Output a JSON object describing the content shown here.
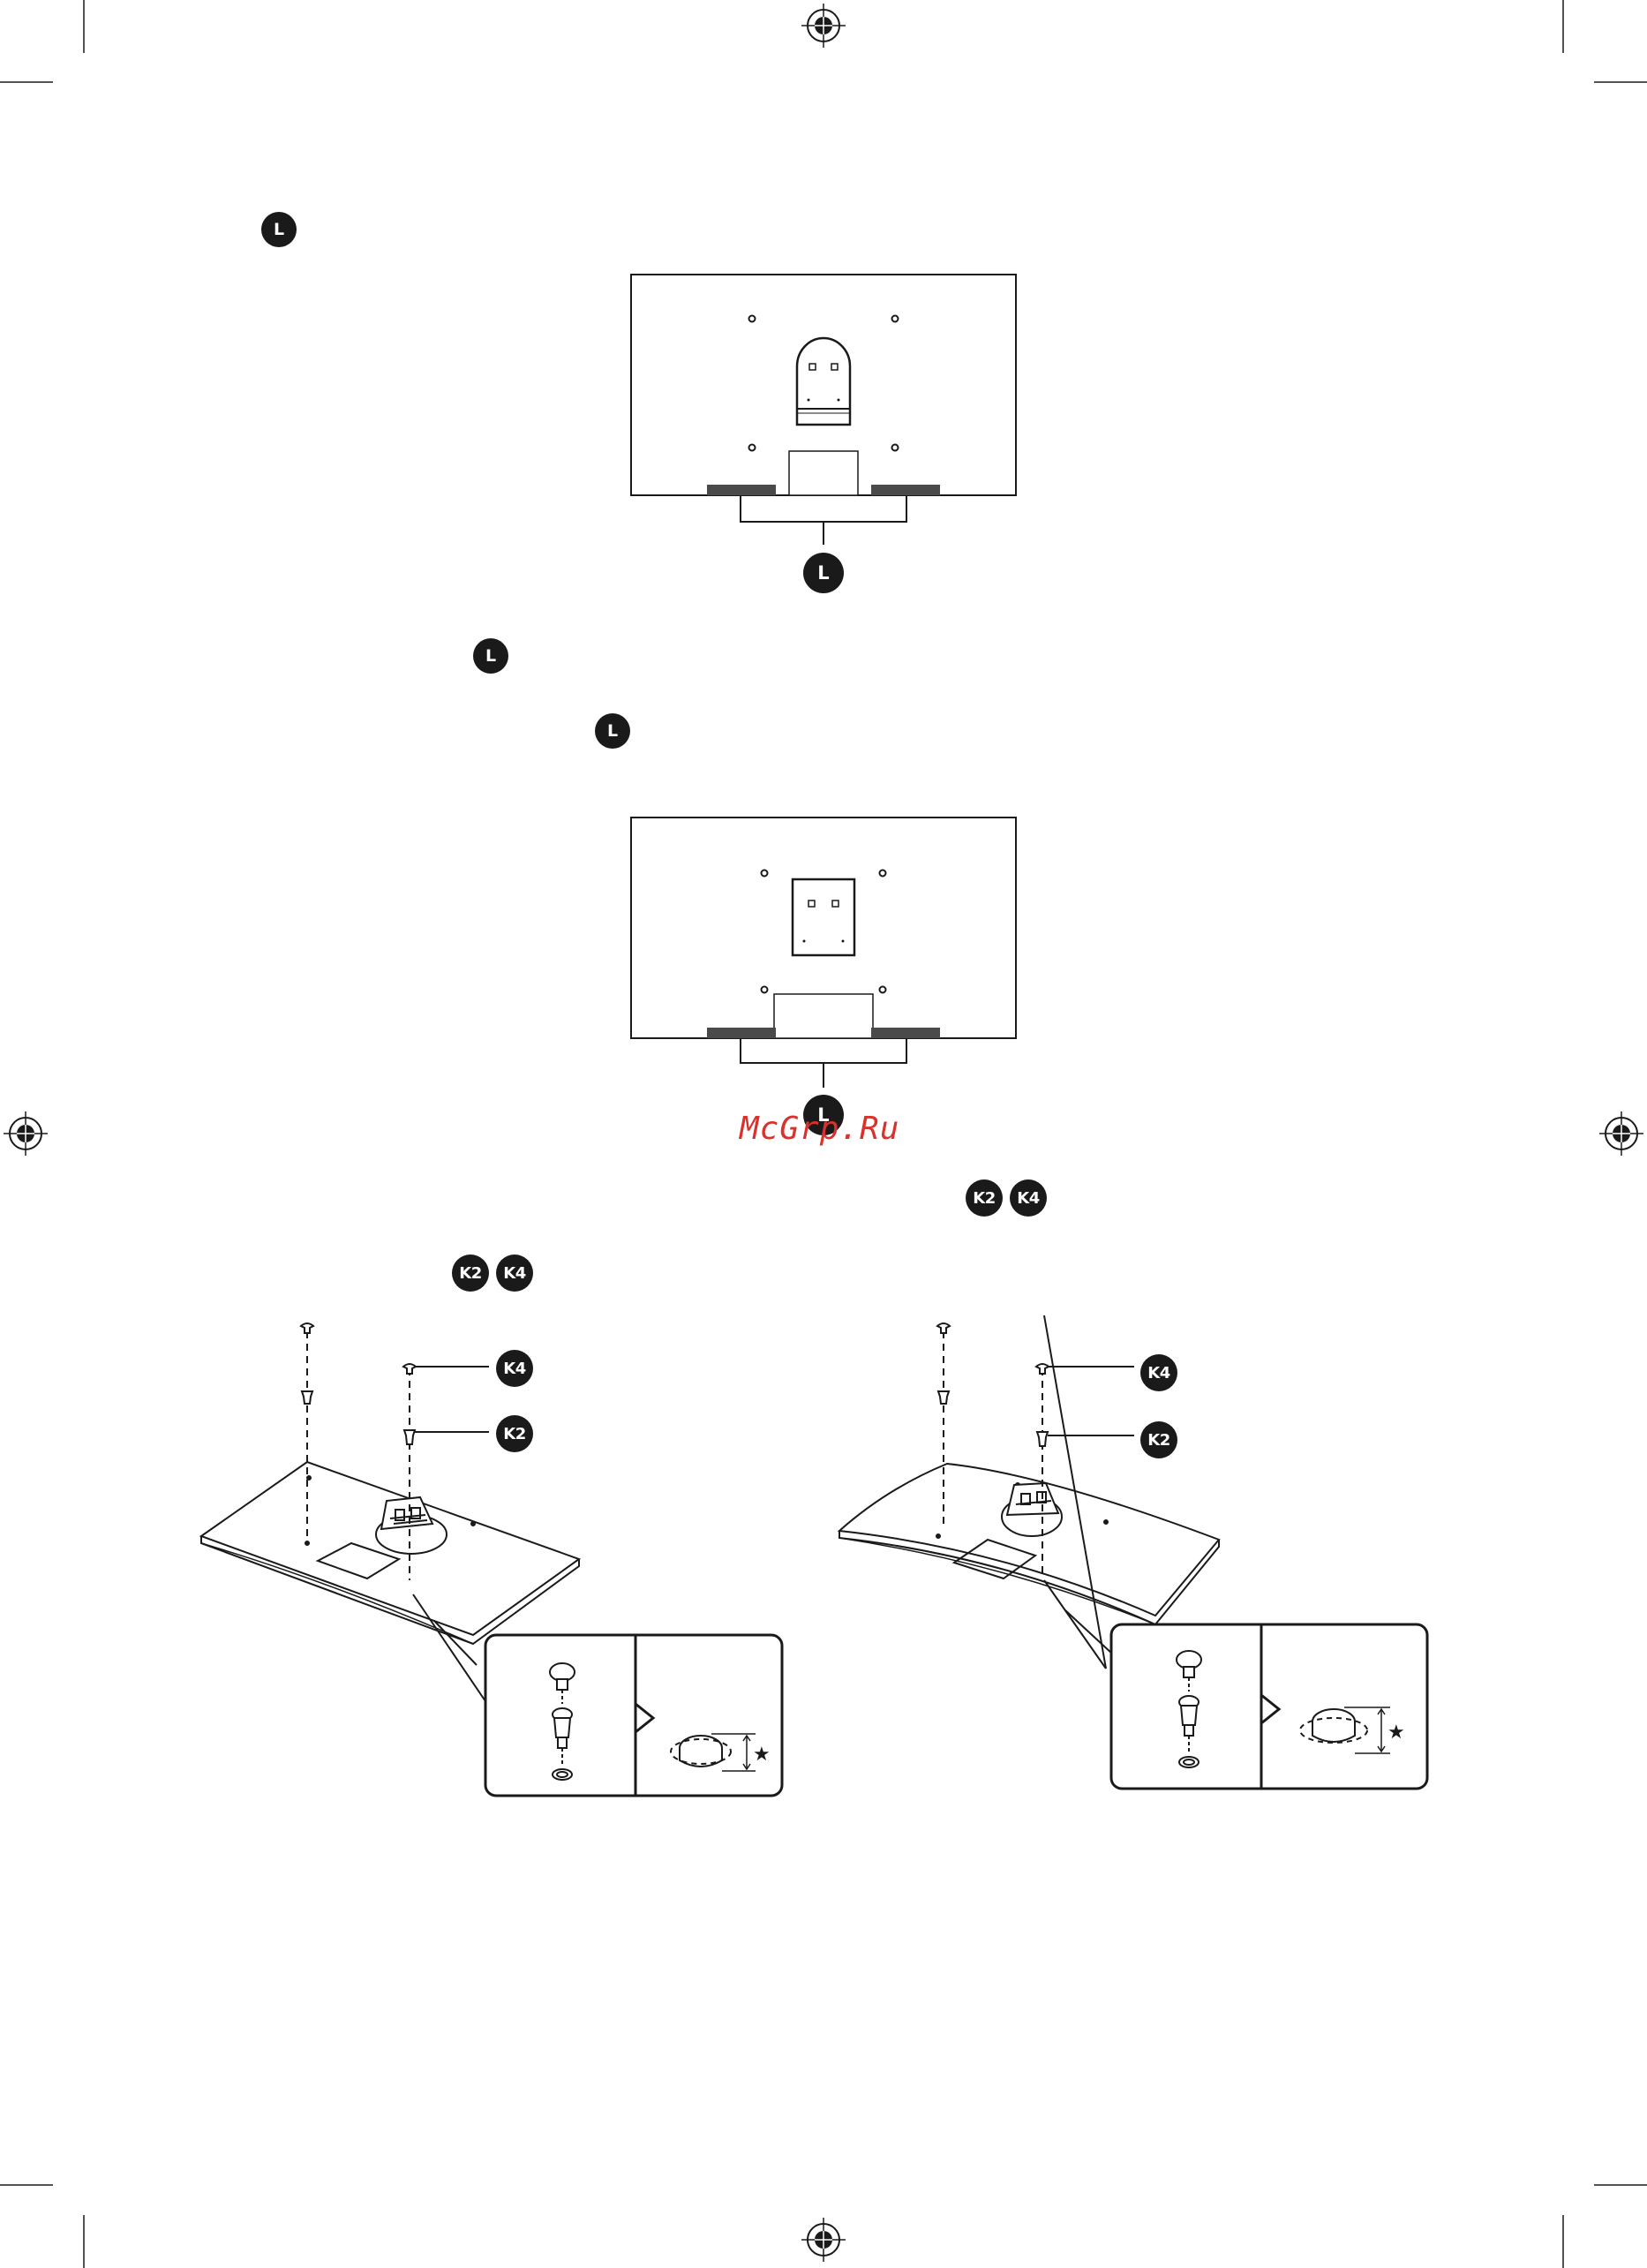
{
  "labels": {
    "part_l": "L",
    "part_k2": "K2",
    "part_k4": "K4",
    "star": "★"
  },
  "watermark": "McGrp.Ru",
  "colors": {
    "ink": "#1a1a1a",
    "stand_bar": "#4a4a4a",
    "watermark": "#d9312c",
    "paper": "#ffffff"
  },
  "icons": {
    "registration_mark": "crosshair-circle-icon",
    "part_badge": "filled-circle-badge"
  }
}
